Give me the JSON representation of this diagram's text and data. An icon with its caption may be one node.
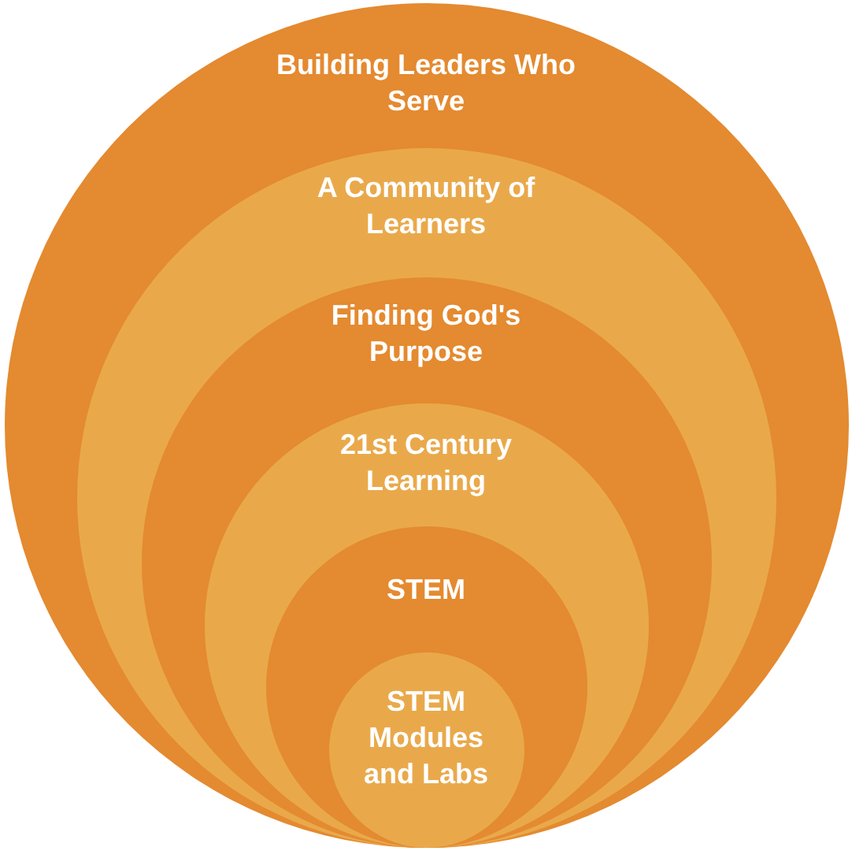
{
  "diagram": {
    "nodes": [
      {
        "text": [
          "Building Leaders Who Serve"
        ]
      },
      {
        "text": [
          "A Community of Learners"
        ],
        "in": 0
      },
      {
        "text": [
          "Finding God's Purpose"
        ],
        "in": 1
      },
      {
        "text": [
          "21st Century Learning"
        ],
        "in": 2
      },
      {
        "text": [
          "STEM"
        ],
        "in": 3
      },
      {
        "text": [
          "STEM Modules and Labs"
        ],
        "in": 4
      }
    ]
  }
}
